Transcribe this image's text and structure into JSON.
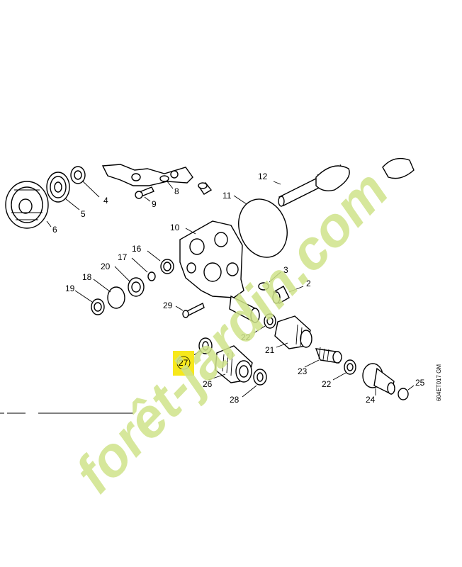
{
  "diagram": {
    "diagram_code": "604ET017 GM",
    "highlight_color": "#f7e81b",
    "highlighted_label": "27",
    "labels": [
      "2",
      "3",
      "4",
      "5",
      "6",
      "8",
      "9",
      "10",
      "11",
      "12",
      "16",
      "17",
      "18",
      "19",
      "20",
      "21",
      "22",
      "22",
      "23",
      "24",
      "25",
      "26",
      "27",
      "28",
      "29"
    ]
  },
  "watermark": {
    "text": "forêt-jardin.com",
    "color_orange": "#f39c3a",
    "color_green": "#cfe38a",
    "color_brown": "#cdbfae"
  }
}
